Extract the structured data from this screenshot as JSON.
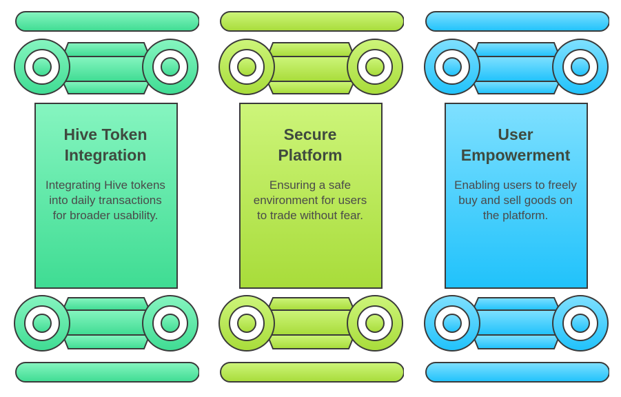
{
  "pillars": [
    {
      "title_line1": "Hive Token",
      "title_line2": "Integration",
      "description": "Integrating Hive tokens into daily transactions for broader usability.",
      "color_top": "#86f5c0",
      "color_bottom": "#3fdc93",
      "icon": "ionic-column-icon"
    },
    {
      "title_line1": "Secure",
      "title_line2": "Platform",
      "description": "Ensuring a safe environment for users to trade without fear.",
      "color_top": "#cdf57a",
      "color_bottom": "#a8dc3a",
      "icon": "ionic-column-icon"
    },
    {
      "title_line1": "User",
      "title_line2": "Empowerment",
      "description": "Enabling users to freely buy and sell goods on the platform.",
      "color_top": "#7fe0ff",
      "color_bottom": "#20c2fb",
      "icon": "ionic-column-icon"
    }
  ],
  "colors": {
    "outline": "#3a3a3a",
    "text": "#3f4a3f"
  }
}
